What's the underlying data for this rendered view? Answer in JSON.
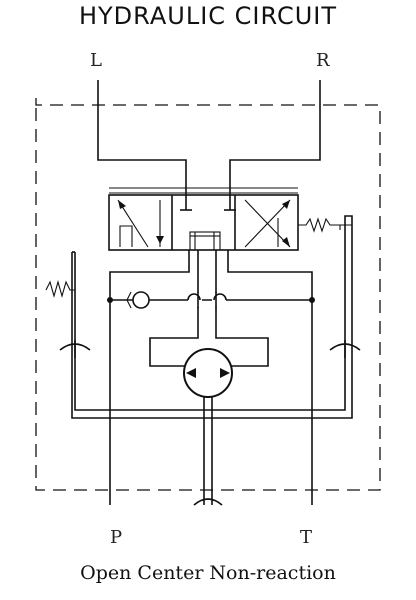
{
  "title": "HYDRAULIC  CIRCUIT",
  "caption": "Open Center Non-reaction",
  "ports": {
    "left": "L",
    "right": "R",
    "pressure": "P",
    "tank": "T"
  }
}
